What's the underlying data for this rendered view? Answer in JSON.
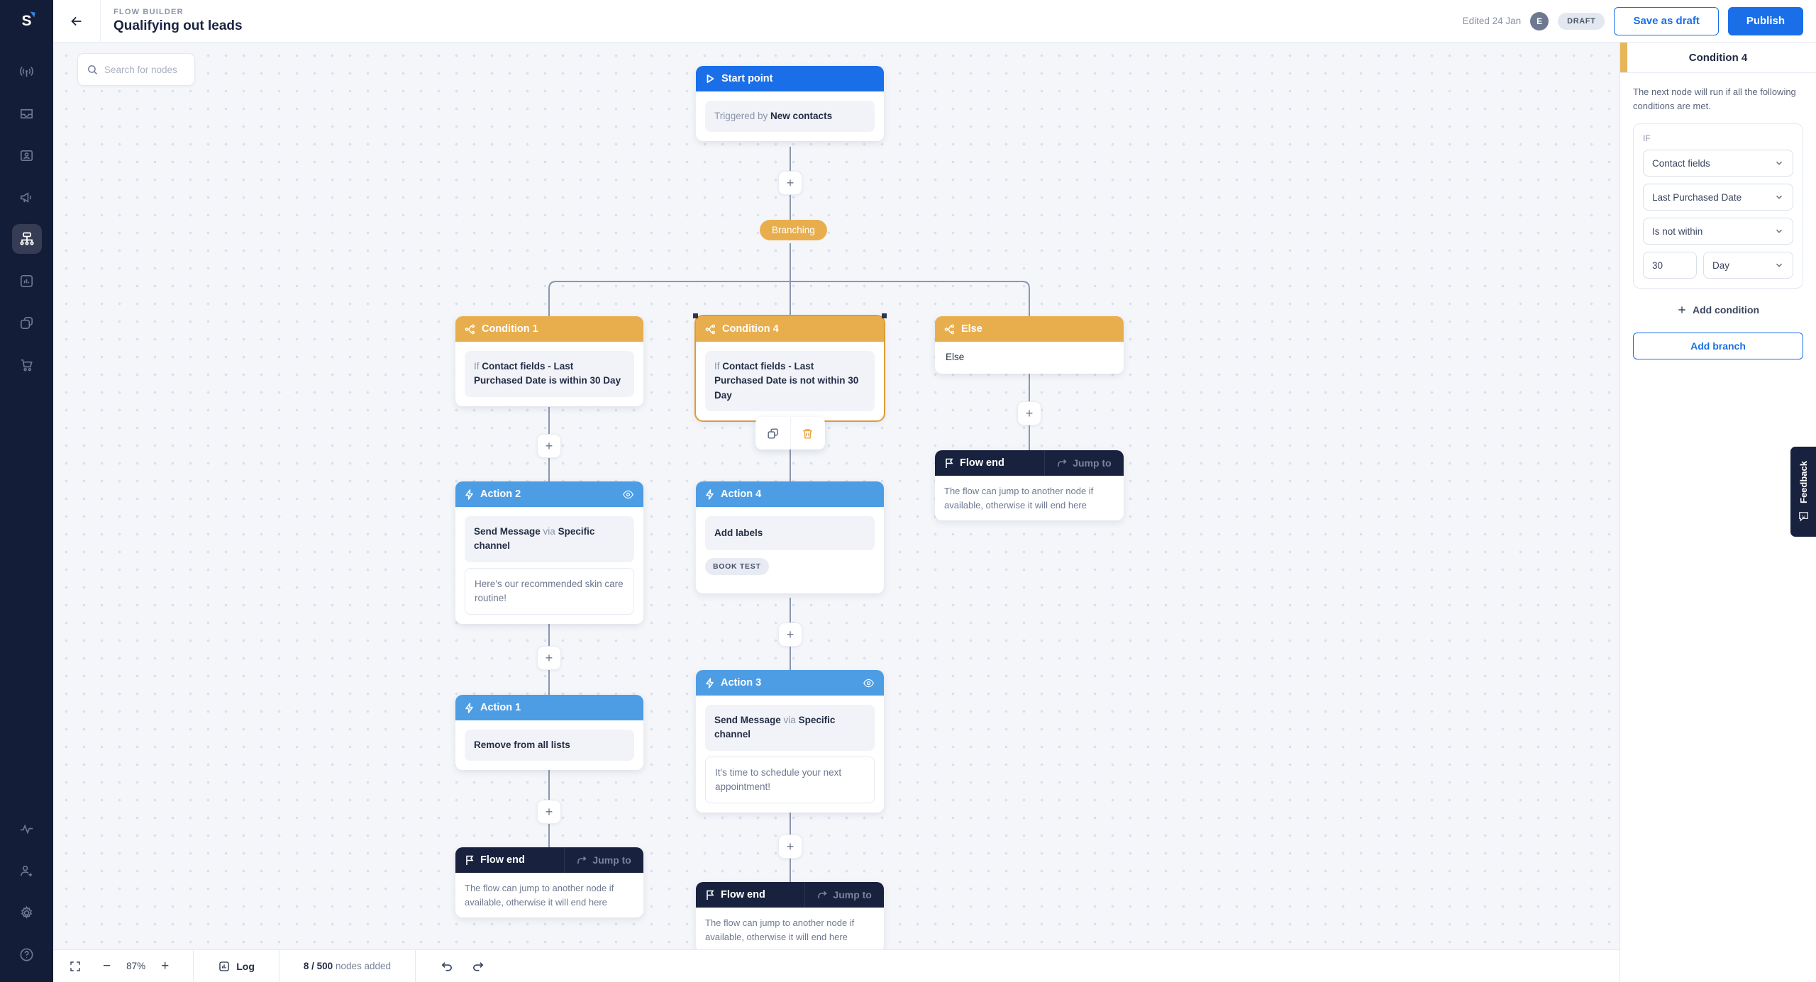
{
  "app": {
    "logo": "S"
  },
  "header": {
    "eyebrow": "FLOW BUILDER",
    "title": "Qualifying out leads",
    "edited": "Edited 24 Jan",
    "avatar_initial": "E",
    "status_badge": "DRAFT",
    "save_draft_label": "Save as draft",
    "publish_label": "Publish"
  },
  "sidebar": {
    "icons_top": [
      "broadcast",
      "inbox",
      "contacts",
      "campaigns",
      "flows",
      "analytics",
      "integrations",
      "store"
    ],
    "icons_bottom": [
      "activity",
      "invite-user",
      "settings",
      "help"
    ],
    "active": "flows"
  },
  "canvas": {
    "search_placeholder": "Search for nodes",
    "branch_pill": "Branching",
    "nodes": {
      "start": {
        "title": "Start point",
        "body_prefix": "Triggered by ",
        "body_bold": "New contacts"
      },
      "condition1": {
        "title": "Condition 1",
        "if": "If ",
        "text": "Contact fields - Last Purchased Date is within 30 Day"
      },
      "condition4": {
        "title": "Condition 4",
        "if": "If ",
        "text": "Contact fields - Last Purchased Date is not within 30 Day"
      },
      "else": {
        "title": "Else",
        "body": "Else"
      },
      "action2": {
        "title": "Action 2",
        "bold1": "Send Message",
        "mid": " via ",
        "bold2": "Specific channel",
        "message": "Here's our recommended skin care routine!"
      },
      "action4": {
        "title": "Action 4",
        "body": "Add labels",
        "label": "BOOK TEST"
      },
      "action1": {
        "title": "Action 1",
        "body": "Remove from all lists"
      },
      "action3": {
        "title": "Action 3",
        "bold1": "Send Message",
        "mid": " via ",
        "bold2": "Specific channel",
        "message": "It's time to schedule your next appointment!"
      },
      "flow_end": {
        "title": "Flow end",
        "jump_label": "Jump to",
        "description": "The flow can jump to another node if available, otherwise it will end here"
      }
    }
  },
  "panel": {
    "title": "Condition 4",
    "description": "The next node will run if all the following conditions are met.",
    "if_label": "IF",
    "field_category": "Contact fields",
    "field_name": "Last Purchased Date",
    "operator": "Is not within",
    "value": "30",
    "unit": "Day",
    "add_condition_label": "Add condition",
    "add_branch_label": "Add branch"
  },
  "toolbar": {
    "zoom": "87%",
    "log_label": "Log",
    "nodes_count": "8 / 500",
    "nodes_added_label": " nodes added"
  },
  "feedback_label": "Feedback",
  "icons_glyphs": {
    "plus": "+",
    "minus": "−",
    "back_arrow": "←"
  },
  "colors": {
    "primary_blue": "#1A6FE8",
    "action_blue": "#4D9DE4",
    "condition_orange": "#E8AE4E",
    "dark_navy": "#18223E",
    "canvas_bg": "#F4F6FA"
  }
}
